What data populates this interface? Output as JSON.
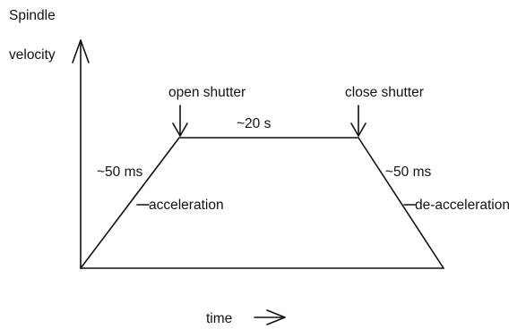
{
  "diagram": {
    "y_axis_label_line1": "Spindle",
    "y_axis_label_line2": "velocity",
    "x_axis_label": "time",
    "open_shutter_label": "open  shutter",
    "close_shutter_label": "close  shutter",
    "plateau_duration_label": "~20 s",
    "ramp_up_duration_label": "~50 ms",
    "ramp_up_phase_label": "acceleration",
    "ramp_down_duration_label": "~50 ms",
    "ramp_down_phase_label": "de-acceleration"
  }
}
